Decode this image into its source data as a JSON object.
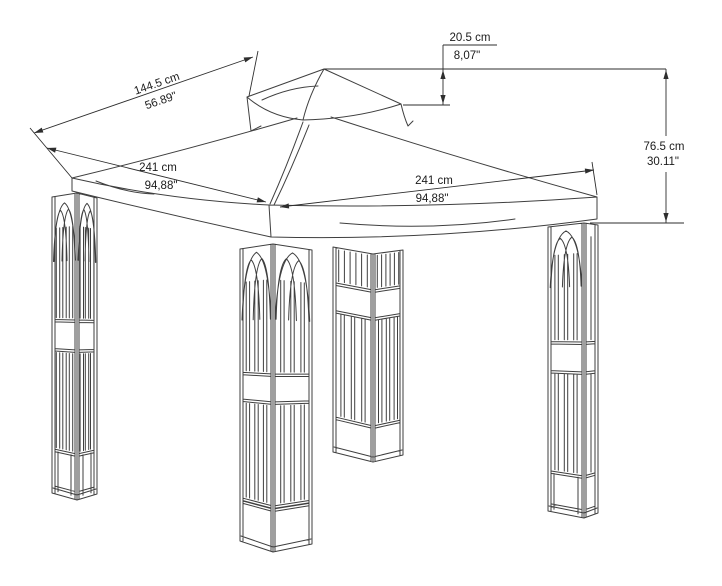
{
  "diagram": {
    "title": "gazebo canopy dimension drawing",
    "dimensions": {
      "canopy_cap_height": {
        "metric": "20.5 cm",
        "imperial": "8,07\""
      },
      "roof_corner_edge": {
        "metric": "144.5 cm",
        "imperial": "56.89\""
      },
      "frame_width_left": {
        "metric": "241 cm",
        "imperial": "94,88\""
      },
      "frame_width_right": {
        "metric": "241 cm",
        "imperial": "94,88\""
      },
      "canopy_height": {
        "metric": "76.5 cm",
        "imperial": "30.11\""
      }
    }
  },
  "colors": {
    "line": "#3f3f3f",
    "dimension": "#2e2e2e",
    "text": "#1b1b1b",
    "background": "#ffffff"
  }
}
